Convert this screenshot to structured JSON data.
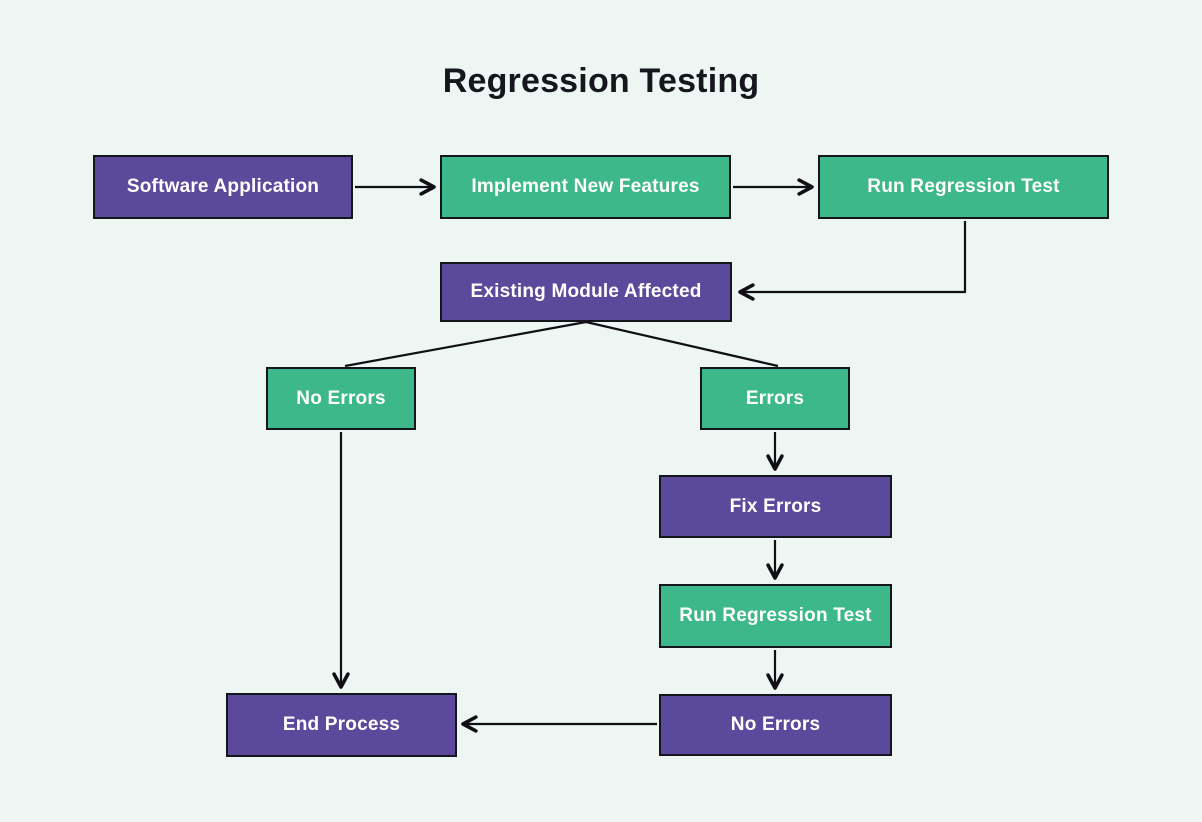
{
  "title": "Regression Testing",
  "colors": {
    "purple": "#5b4a9b",
    "green": "#3db88a",
    "background": "#edf6f2",
    "border": "#15151c",
    "arrow": "#101014",
    "node_text": "#ffffff",
    "title_text": "#16161d"
  },
  "diagram": {
    "nodes": [
      {
        "id": "software-application",
        "label": "Software Application",
        "color": "purple"
      },
      {
        "id": "implement-new-features",
        "label": "Implement New Features",
        "color": "green"
      },
      {
        "id": "run-regression-test-1",
        "label": "Run Regression Test",
        "color": "green"
      },
      {
        "id": "existing-module-affected",
        "label": "Existing Module Affected",
        "color": "purple"
      },
      {
        "id": "no-errors-branch",
        "label": "No Errors",
        "color": "green"
      },
      {
        "id": "errors-branch",
        "label": "Errors",
        "color": "green"
      },
      {
        "id": "fix-errors",
        "label": "Fix Errors",
        "color": "purple"
      },
      {
        "id": "run-regression-test-2",
        "label": "Run Regression Test",
        "color": "green"
      },
      {
        "id": "no-errors-final",
        "label": "No Errors",
        "color": "purple"
      },
      {
        "id": "end-process",
        "label": "End Process",
        "color": "purple"
      }
    ],
    "edges": [
      {
        "from": "software-application",
        "to": "implement-new-features",
        "arrow": true
      },
      {
        "from": "implement-new-features",
        "to": "run-regression-test-1",
        "arrow": true
      },
      {
        "from": "run-regression-test-1",
        "to": "existing-module-affected",
        "arrow": true
      },
      {
        "from": "existing-module-affected",
        "to": "no-errors-branch",
        "arrow": false
      },
      {
        "from": "existing-module-affected",
        "to": "errors-branch",
        "arrow": false
      },
      {
        "from": "errors-branch",
        "to": "fix-errors",
        "arrow": true
      },
      {
        "from": "fix-errors",
        "to": "run-regression-test-2",
        "arrow": true
      },
      {
        "from": "run-regression-test-2",
        "to": "no-errors-final",
        "arrow": true
      },
      {
        "from": "no-errors-final",
        "to": "end-process",
        "arrow": true
      },
      {
        "from": "no-errors-branch",
        "to": "end-process",
        "arrow": true
      }
    ]
  }
}
